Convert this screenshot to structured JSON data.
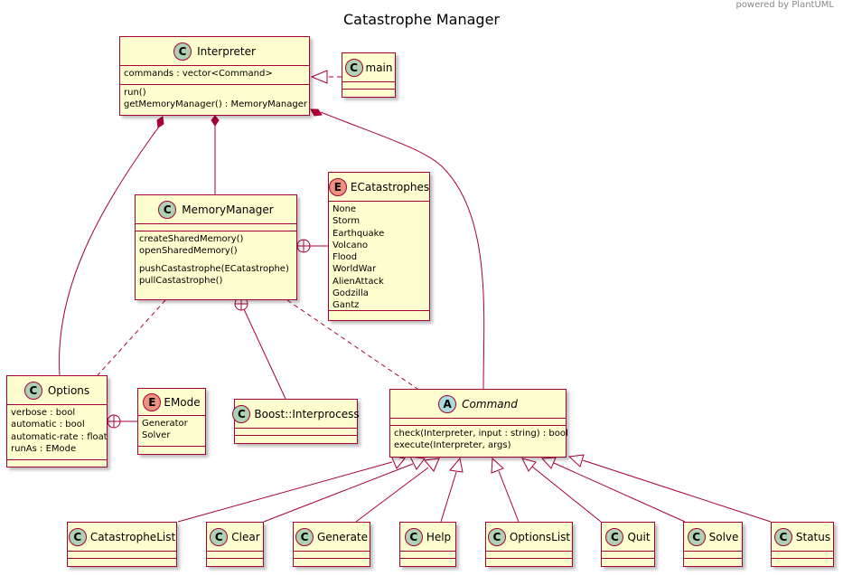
{
  "diagram": {
    "title": "Catastrophe Manager",
    "powered_by": "powered by PlantUML",
    "classes": {
      "interpreter": {
        "badge": "C",
        "name": "Interpreter",
        "attributes": [
          "commands : vector<Command>"
        ],
        "methods": [
          "run()",
          "getMemoryManager() : MemoryManager"
        ]
      },
      "main": {
        "badge": "C",
        "name": "main"
      },
      "memory_manager": {
        "badge": "C",
        "name": "MemoryManager",
        "methods_a": [
          "createSharedMemory()",
          "openSharedMemory()"
        ],
        "methods_b": [
          "pushCastastrophe(ECatastrophe)",
          "pullCastastrophe()"
        ]
      },
      "ecatastrophes": {
        "badge": "E",
        "name": "ECatastrophes",
        "values": [
          "None",
          "Storm",
          "Earthquake",
          "Volcano",
          "Flood",
          "WorldWar",
          "AlienAttack",
          "Godzilla",
          "Gantz"
        ]
      },
      "options": {
        "badge": "C",
        "name": "Options",
        "attributes": [
          "verbose : bool",
          "automatic : bool",
          "automatic-rate : float",
          "runAs : EMode"
        ]
      },
      "emode": {
        "badge": "E",
        "name": "EMode",
        "values": [
          "Generator",
          "Solver"
        ]
      },
      "boost": {
        "badge": "C",
        "name": "Boost::Interprocess"
      },
      "command": {
        "badge": "A",
        "name": "Command",
        "methods": [
          "check(Interpreter, input : string) : bool",
          "execute(Interpreter, args)"
        ]
      },
      "catastrophe_list": {
        "badge": "C",
        "name": "CatastropheList"
      },
      "clear": {
        "badge": "C",
        "name": "Clear"
      },
      "generate": {
        "badge": "C",
        "name": "Generate"
      },
      "help": {
        "badge": "C",
        "name": "Help"
      },
      "options_list": {
        "badge": "C",
        "name": "OptionsList"
      },
      "quit": {
        "badge": "C",
        "name": "Quit"
      },
      "solve": {
        "badge": "C",
        "name": "Solve"
      },
      "status": {
        "badge": "C",
        "name": "Status"
      }
    },
    "colors": {
      "fill": "#FEFECE",
      "border": "#A80036",
      "class_badge": "#ADD1B2",
      "enum_badge": "#EB937F",
      "abstract_badge": "#A9DCDF"
    }
  }
}
